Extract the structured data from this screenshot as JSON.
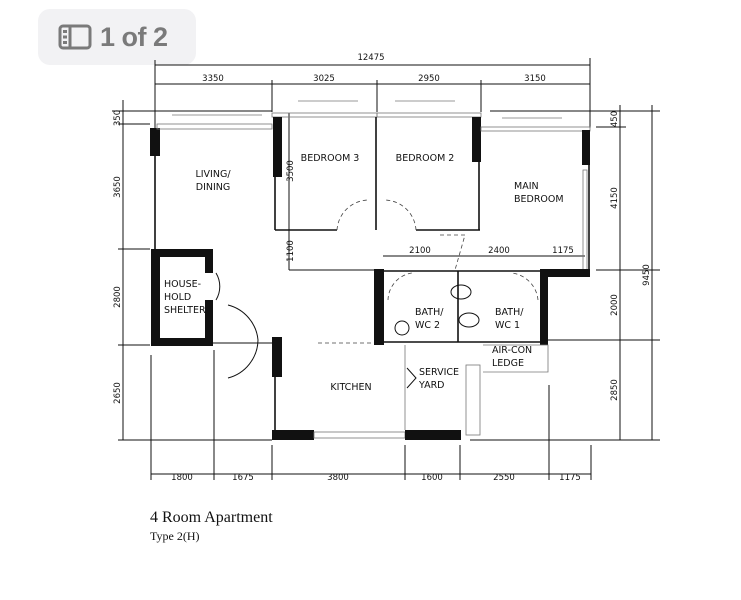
{
  "viewer": {
    "page_indicator": "1 of 2",
    "icon": "sidebar-icon",
    "text_color": "#7a7a7a",
    "badge_bg": "#f2f2f4"
  },
  "plan": {
    "title": "4 Room Apartment",
    "subtitle": "Type 2(H)",
    "rooms": {
      "living_1": "LIVING/",
      "living_2": "DINING",
      "bedroom3": "BEDROOM 3",
      "bedroom2": "BEDROOM 2",
      "main_1": "MAIN",
      "main_2": "BEDROOM",
      "shelter_1": "HOUSE-",
      "shelter_2": "HOLD",
      "shelter_3": "SHELTER",
      "bath2_1": "BATH/",
      "bath2_2": "WC 2",
      "bath1_1": "BATH/",
      "bath1_2": "WC 1",
      "kitchen": "KITCHEN",
      "yard_1": "SERVICE",
      "yard_2": "YARD",
      "ledge_1": "AIR-CON",
      "ledge_2": "LEDGE"
    },
    "dims": {
      "overall_width": "12475",
      "top": [
        "3350",
        "3025",
        "2950",
        "3150"
      ],
      "bottom": [
        "1800",
        "1675",
        "3800",
        "1600",
        "2550",
        "1175"
      ],
      "left": [
        "350",
        "3650",
        "2800",
        "2650"
      ],
      "right": [
        "450",
        "4150",
        "2000",
        "2850"
      ],
      "overall_height": "9450",
      "inner_bedroom3_depth": "3500",
      "inner_corridor": "1100",
      "inner_bath": [
        "2100",
        "2400",
        "1175"
      ]
    }
  }
}
